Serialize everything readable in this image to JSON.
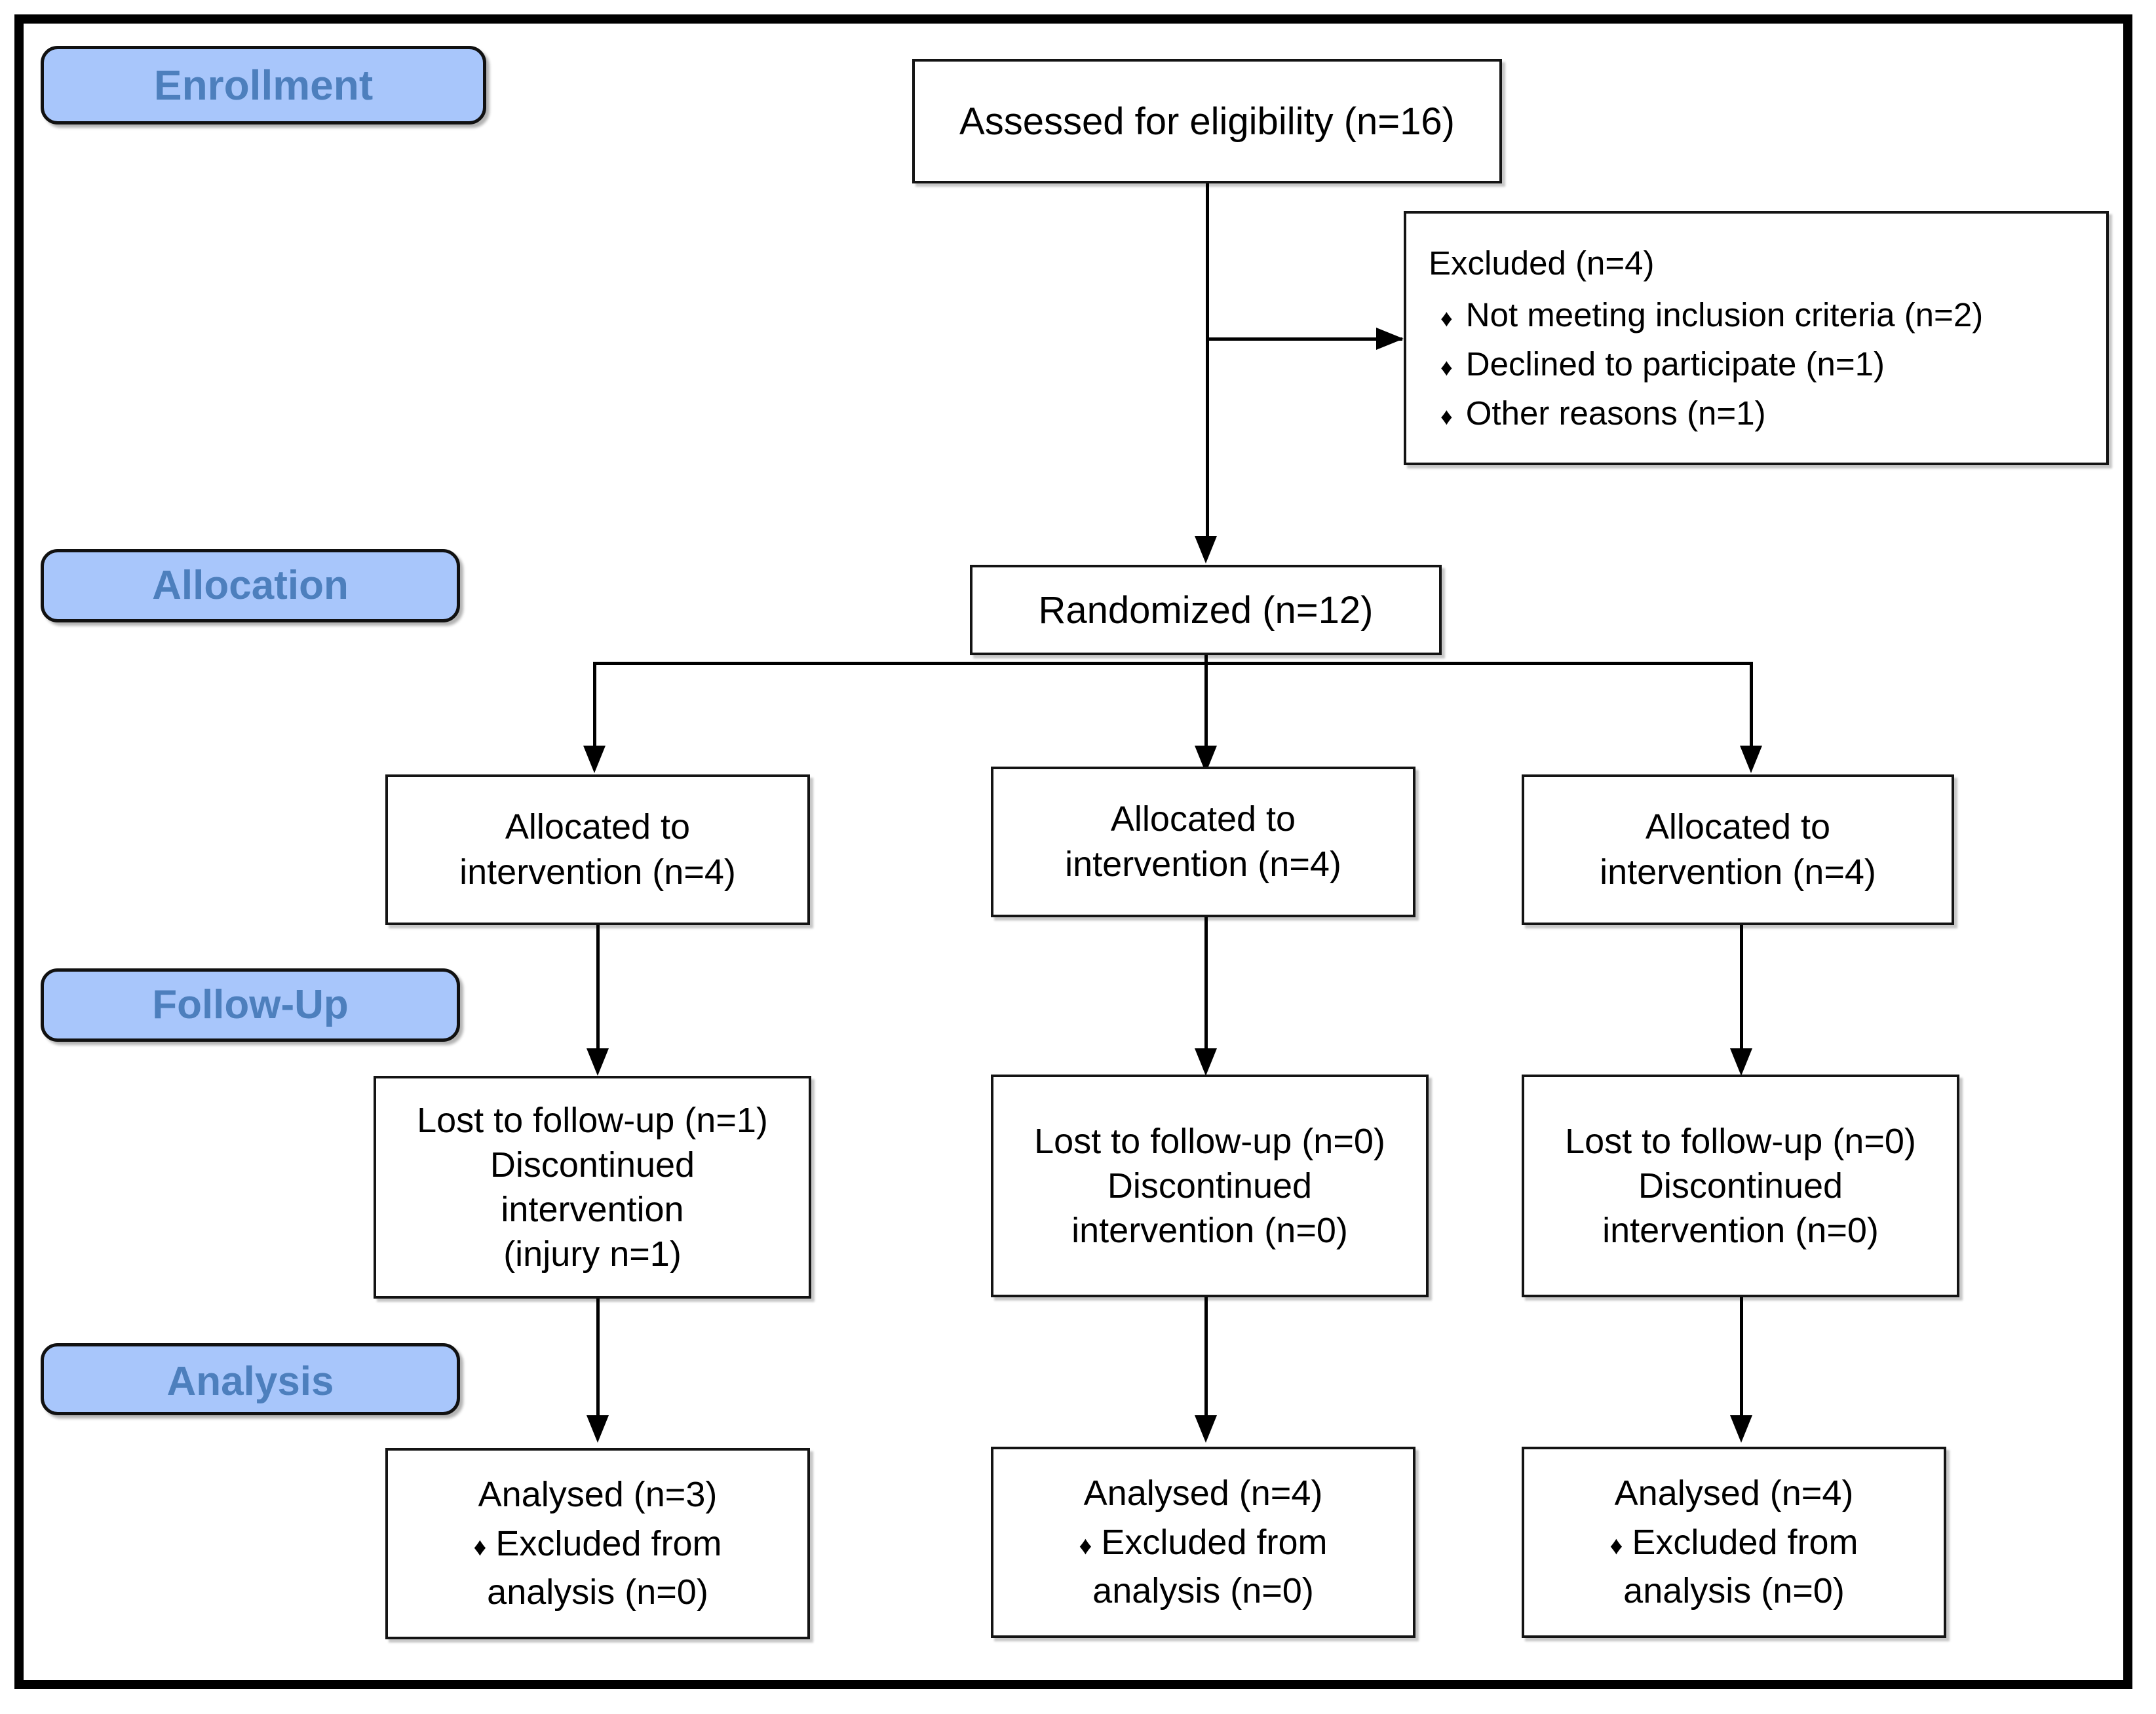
{
  "diagram": {
    "title": "CONSORT participant flow diagram",
    "accent_badge_fill": "#a8c6fb",
    "accent_badge_text": "#4d7fbd",
    "line_color": "#000000",
    "box_border_color": "#141414",
    "bullet_glyph": "♦"
  },
  "stages": [
    {
      "label": "Enrollment"
    },
    {
      "label": "Allocation"
    },
    {
      "label": "Follow-Up"
    },
    {
      "label": "Analysis"
    }
  ],
  "enrollment": {
    "assessed": {
      "line1": "Assessed for eligibility (n=16)"
    },
    "excluded": {
      "heading": "Excluded  (n=4)",
      "reasons": [
        "Not meeting inclusion criteria (n=2)",
        "Declined to participate (n=1)",
        "Other reasons (n=1)"
      ]
    }
  },
  "allocation": {
    "randomized": {
      "line1": "Randomized (n=12)"
    },
    "arms": [
      {
        "line1": "Allocated to",
        "line2": "intervention (n=4)"
      },
      {
        "line1": "Allocated to",
        "line2": "intervention (n=4)"
      },
      {
        "line1": "Allocated to",
        "line2": "intervention (n=4)"
      }
    ]
  },
  "followup": {
    "arms": [
      {
        "line1": "Lost to follow-up (n=1)",
        "line2": "Discontinued",
        "line3": "intervention",
        "line4": "(injury n=1)"
      },
      {
        "line1": "Lost to follow-up (n=0)",
        "line2": "Discontinued",
        "line3": "intervention (n=0)",
        "line4": ""
      },
      {
        "line1": "Lost to follow-up (n=0)",
        "line2": "Discontinued",
        "line3": "intervention (n=0)",
        "line4": ""
      }
    ]
  },
  "analysis": {
    "arms": [
      {
        "line1": "Analysed  (n=3)",
        "bullet_line1": "Excluded from",
        "line3": "analysis  (n=0)"
      },
      {
        "line1": "Analysed  (n=4)",
        "bullet_line1": "Excluded from",
        "line3": "analysis  (n=0)"
      },
      {
        "line1": "Analysed  (n=4)",
        "bullet_line1": "Excluded from",
        "line3": "analysis  (n=0)"
      }
    ]
  }
}
